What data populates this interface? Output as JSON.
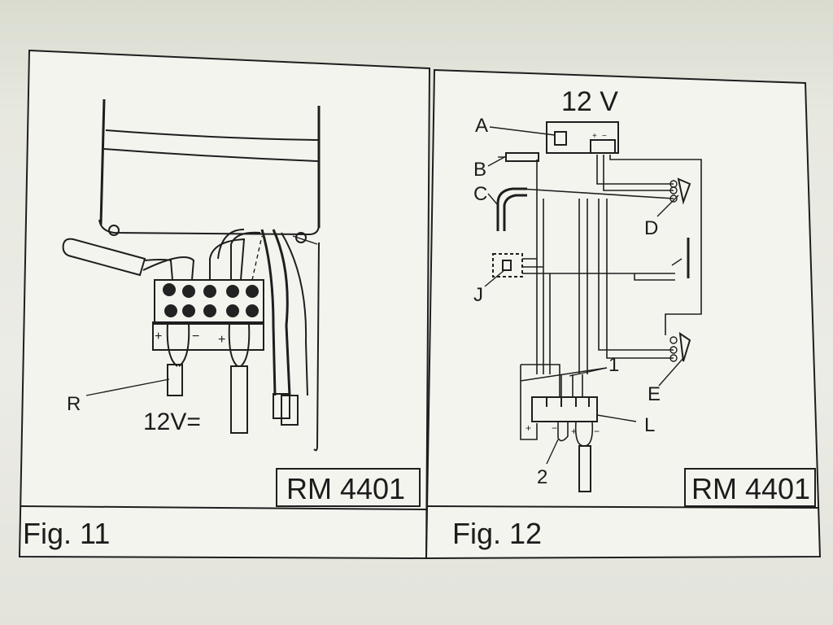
{
  "figure11": {
    "caption": "Fig. 11",
    "code": "RM 4401",
    "label_r": "R",
    "voltage": "12V=",
    "plus_left": "+",
    "minus_left": "−",
    "plus_right": "+"
  },
  "figure12": {
    "caption": "Fig. 12",
    "code": "RM 4401",
    "title": "12 V",
    "labels": {
      "a": "A",
      "b": "B",
      "c": "C",
      "d": "D",
      "e": "E",
      "j": "J",
      "l": "L",
      "one": "1",
      "two": "2"
    },
    "block_plus": "+",
    "block_minus": "−",
    "terminal_plus": "+",
    "terminal_minus": "−",
    "bottom_plus": "+",
    "bottom_minus": "−",
    "cable_plus": "+",
    "cable_minus": "−"
  }
}
